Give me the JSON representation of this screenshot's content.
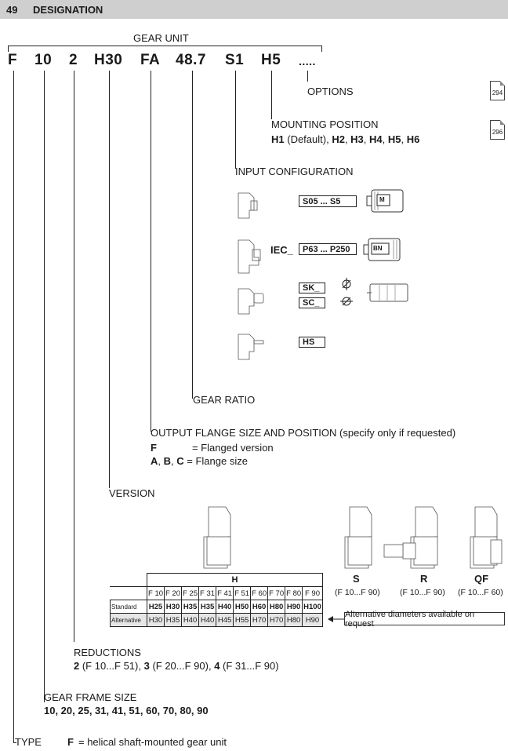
{
  "header": {
    "number": "49",
    "title": "DESIGNATION"
  },
  "gear_unit_label": "GEAR UNIT",
  "code": [
    "F",
    "10",
    "2",
    "H30",
    "FA",
    "48.7",
    "S1",
    "H5",
    "....."
  ],
  "options": {
    "label": "OPTIONS",
    "page": "294"
  },
  "mounting": {
    "label": "MOUNTING POSITION",
    "default_code": "H1",
    "default_text": " (Default), ",
    "others": [
      "H2",
      "H3",
      "H4",
      "H5",
      "H6"
    ],
    "page": "296"
  },
  "input": {
    "label": "INPUT CONFIGURATION",
    "iec_prefix": "IEC_",
    "boxes": [
      "S05 ... S5",
      "P63 ... P250",
      "SK_",
      "SC_",
      "HS"
    ],
    "motor_labels": [
      "M",
      "BN"
    ]
  },
  "ratio": {
    "label": "GEAR RATIO"
  },
  "flange": {
    "label": "OUTPUT FLANGE SIZE AND POSITION (specify only if requested)",
    "line1_code": "F",
    "line1_text": "= Flanged version",
    "line2_codes": [
      "A",
      "B",
      "C"
    ],
    "line2_text": "= Flange size"
  },
  "version": {
    "label": "VERSION",
    "table_header": "H",
    "columns": [
      "F 10",
      "F 20",
      "F 25",
      "F 31",
      "F 41",
      "F 51",
      "F 60",
      "F 70",
      "F 80",
      "F 90"
    ],
    "standard_label": "Standard",
    "standard": [
      "H25",
      "H30",
      "H35",
      "H35",
      "H40",
      "H50",
      "H60",
      "H80",
      "H90",
      "H100"
    ],
    "alternative_label": "Alternative",
    "alternative": [
      "H30",
      "H35",
      "H40",
      "H40",
      "H45",
      "H55",
      "H70",
      "H70",
      "H80",
      "H90"
    ],
    "note": "Alternative diameters available on request",
    "variants": [
      {
        "code": "S",
        "range": "(F 10...F 90)"
      },
      {
        "code": "R",
        "range": "(F 10...F 90)"
      },
      {
        "code": "QF",
        "range": "(F 10...F 60)"
      }
    ]
  },
  "reductions": {
    "label": "REDUCTIONS",
    "items": [
      {
        "code": "2",
        "range": " (F 10...F 51), "
      },
      {
        "code": "3",
        "range": " (F 20...F 90), "
      },
      {
        "code": "4",
        "range": " (F 31...F 90)"
      }
    ]
  },
  "frame": {
    "label": "GEAR FRAME SIZE",
    "sizes": "10, 20, 25, 31, 41, 51, 60, 70, 80, 90"
  },
  "type": {
    "label": "TYPE",
    "code": "F",
    "text": "=  helical shaft-mounted gear unit"
  }
}
